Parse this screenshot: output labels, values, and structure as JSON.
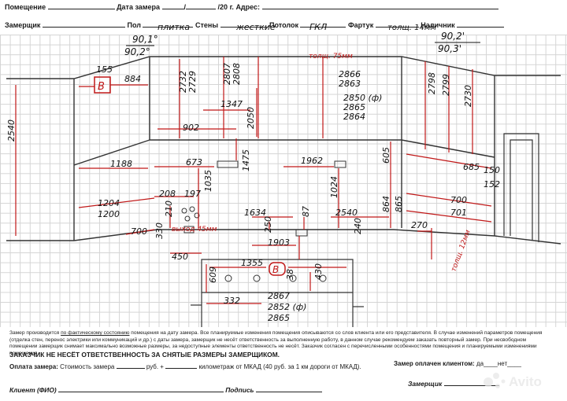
{
  "form": {
    "premises_label": "Помещение",
    "measure_date_label": "Дата замера",
    "date_year": "/20",
    "year_suffix": "г.",
    "address_label": "Адрес:",
    "measurer_label": "Замерщик",
    "floor_label": "Пол",
    "walls_label": "Стены",
    "ceiling_label": "Потолок",
    "apron_label": "Фартук",
    "availability_label": "Наличник"
  },
  "handwritten": {
    "floor_value": "плитка",
    "walls_value": "жесткие",
    "ceiling_value": "ГКЛ",
    "apron_value": "толщ. 14мм",
    "angle_left_top": "90,1°",
    "angle_left_bottom": "90,2°",
    "angle_right_top": "90,2'",
    "angle_right_bottom": "90,3'",
    "ceiling_thickness": "толщ. 75мм",
    "box_letter": "В",
    "box_letter_2": "В",
    "socket_height": "выход 45мм",
    "pipe_depth": "толщ. 12мм"
  },
  "dimensions": [
    "155",
    "884",
    "2732",
    "2729",
    "2807",
    "2808",
    "2866",
    "2863",
    "2850 (ф)",
    "2865",
    "2864",
    "2798",
    "2799",
    "2730",
    "1347",
    "2050",
    "2540",
    "902",
    "1475",
    "605",
    "685",
    "150",
    "1188",
    "673",
    "1035",
    "1962",
    "1024",
    "864",
    "865",
    "152",
    "1204",
    "1200",
    "208",
    "197",
    "700",
    "701",
    "1634",
    "87",
    "2540",
    "330",
    "210",
    "250",
    "270",
    "700",
    "240",
    "1903",
    "450",
    "609",
    "1355",
    "38",
    "430",
    "332",
    "2867",
    "2852 (ф)",
    "2865"
  ],
  "footer": {
    "disclaimer": "Замер производится по фактическому состоянию помещения на дату замера. Все планируемые изменения помещения описываются со слов клиента или его представителя. В случае изменений параметров помещения (отделка стен, перенос электрики или коммуникаций и др.) с даты замера, замерщик не несёт ответственность за выполненную работу, в данном случае рекомендуем заказать повторный замер. При несвободном помещении замерщик снимает максимально возможные размеры, за недоступные элементы ответственность не несёт. Заказчик согласен с перечисленными особенностями помещения и планируемыми изменениями помещения.",
    "disclaimer_underlined": "по фактическому состоянию",
    "no_responsibility": "ЗАКАЗЧИК НЕ НЕСЁТ ОТВЕТСТВЕННОСТЬ ЗА СНЯТЫЕ РАЗМЕРЫ ЗАМЕРЩИКОМ.",
    "payment_label": "Оплата замера:",
    "cost_label": "Стоимость замера",
    "rub_plus": "руб. +",
    "mileage": "километраж от МКАД  (40 руб. за 1 км дороги от МКАД).",
    "paid_label": "Замер оплачен клиентом:",
    "yes": "да",
    "no": "нет",
    "client_label": "Клиент (ФИО)",
    "signature_label": "Подпись",
    "measurer_label": "Замерщик"
  },
  "watermark": {
    "brand": "Avito"
  },
  "colors": {
    "ink": "#111111",
    "red_ink": "#c01818",
    "grid": "#d4d4d4"
  }
}
